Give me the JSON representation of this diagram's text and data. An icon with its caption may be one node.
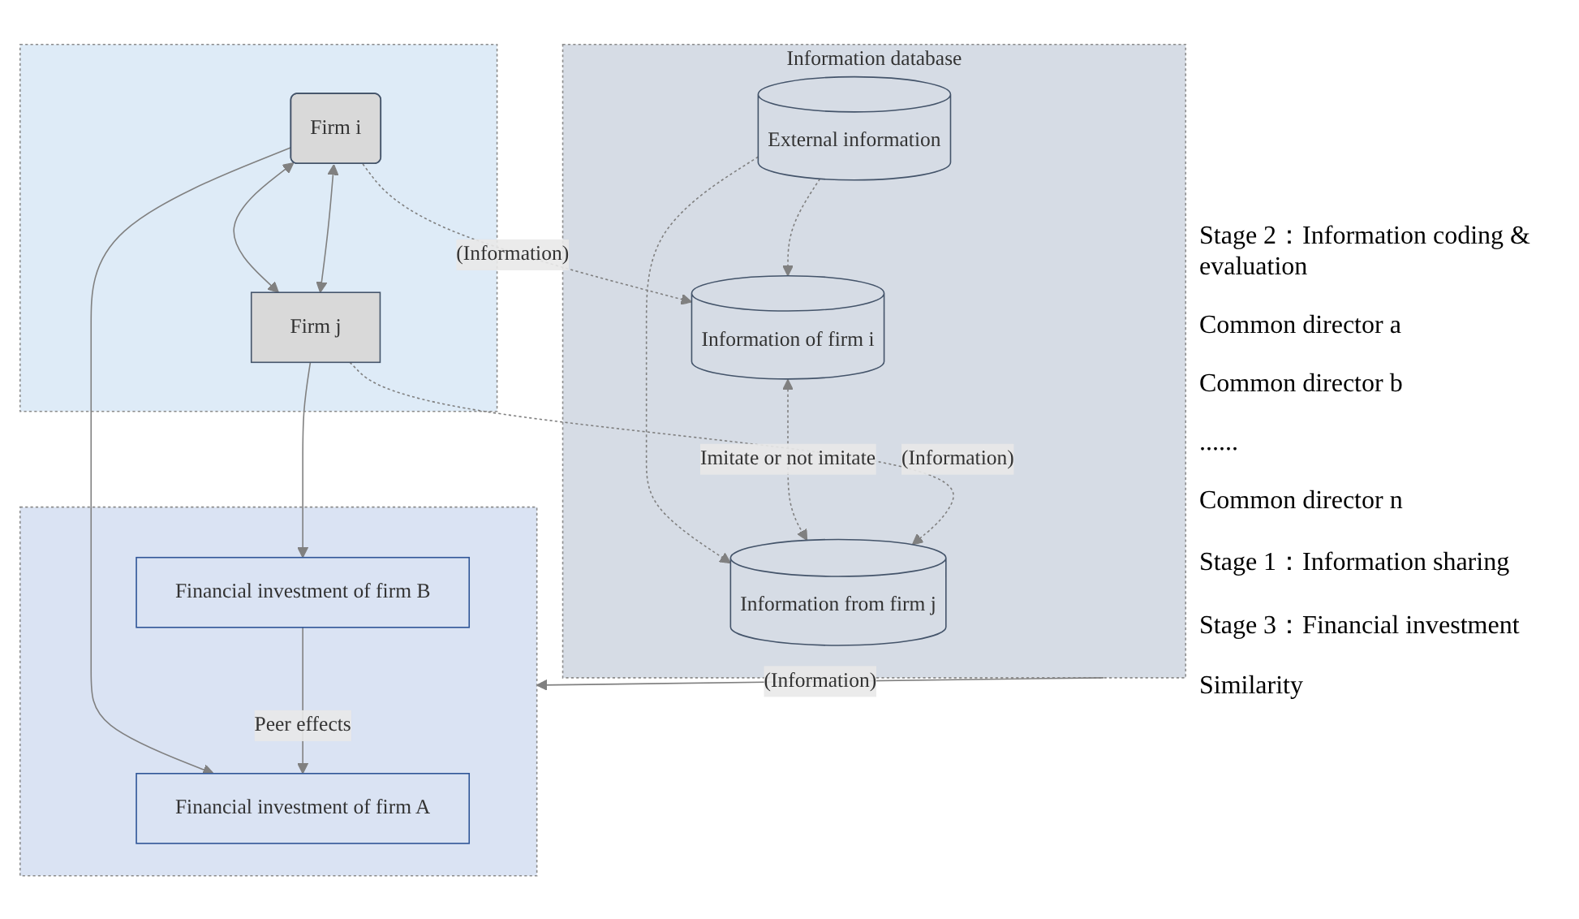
{
  "diagram": {
    "nodes": [
      {
        "text": [
          "Information database"
        ]
      },
      {
        "text": [
          "External information"
        ],
        "in": 0
      },
      {
        "text": [
          "Information of firm i"
        ],
        "in": 0
      },
      {
        "text": [
          "Information from firm j"
        ],
        "in": 0
      },
      {
        "text": [],
        "shape": "box"
      },
      {
        "text": [
          "Firm i"
        ],
        "in": 4
      },
      {
        "text": [
          "Firm j"
        ],
        "in": 4
      },
      {
        "text": [],
        "shape": "box"
      },
      {
        "text": [
          "Financial investment of firm A"
        ],
        "in": 7
      },
      {
        "text": [
          "Financial investment of firm B"
        ],
        "in": 7
      }
    ],
    "edges": [
      {
        "from": 1,
        "to": 2,
        "arrow": "to",
        "style": "dashed"
      },
      {
        "from": 1,
        "to": 3,
        "arrow": "to",
        "style": "dashed"
      },
      {
        "from": 2,
        "to": 3,
        "arrow": "both",
        "style": "dashed",
        "label": "Imitate or not imitate"
      },
      {
        "from": 5,
        "to": 2,
        "arrow": "to",
        "style": "dashed",
        "label": "(Information)"
      },
      {
        "from": 6,
        "to": 3,
        "arrow": "to",
        "style": "dashed",
        "label": "(Information)"
      },
      {
        "from": 0,
        "to": 7,
        "arrow": "to",
        "label": "(Information)"
      },
      {
        "from": 5,
        "to": 6,
        "arrow": "both"
      },
      {
        "from": 5,
        "to": 6,
        "arrow": "both"
      },
      {
        "from": 5,
        "to": 8,
        "arrow": "to"
      },
      {
        "from": 6,
        "to": 9,
        "arrow": "to"
      },
      {
        "from": 9,
        "to": 8,
        "arrow": "to",
        "label": "Peer effects"
      }
    ],
    "labels": [
      "Stage 2：Information coding & evaluation",
      "Common director a",
      "Common director b",
      "......",
      "Common director n",
      "Stage 1：Information sharing",
      "Stage 3：Financial investment",
      "Similarity"
    ]
  }
}
